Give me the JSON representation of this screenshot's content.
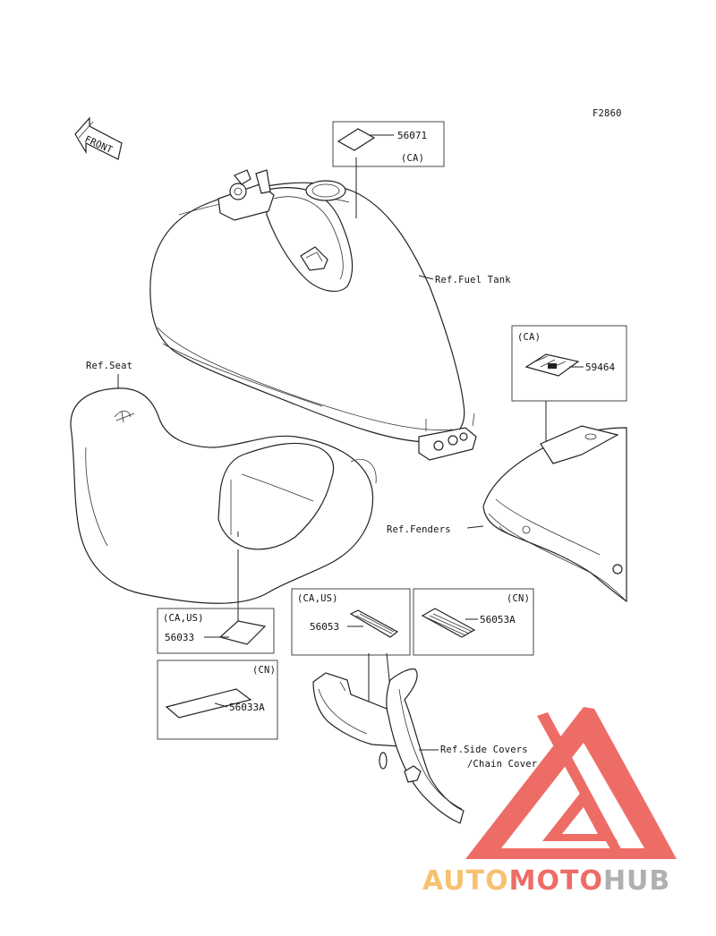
{
  "figure_code": "F2860",
  "front_label": "FRONT",
  "refs": {
    "fuel_tank": "Ref.Fuel Tank",
    "seat": "Ref.Seat",
    "fenders": "Ref.Fenders",
    "side_covers_line1": "Ref.Side Covers",
    "side_covers_line2": "/Chain Cover"
  },
  "parts": {
    "p56071": {
      "number": "56071",
      "region": "(CA)"
    },
    "p59464": {
      "number": "59464",
      "region": "(CA)"
    },
    "p56033": {
      "number": "56033",
      "region": "(CA,US)"
    },
    "p56033A": {
      "number": "56033A",
      "region": "(CN)"
    },
    "p56053": {
      "number": "56053",
      "region": "(CA,US)"
    },
    "p56053A": {
      "number": "56053A",
      "region": "(CN)"
    }
  },
  "watermark": {
    "part1": "AUTO",
    "part2": "MOTO",
    "part3": "HUB",
    "color_orange": "#f5b04a",
    "color_red": "#e8453c",
    "color_gray": "#9a9a9a"
  }
}
